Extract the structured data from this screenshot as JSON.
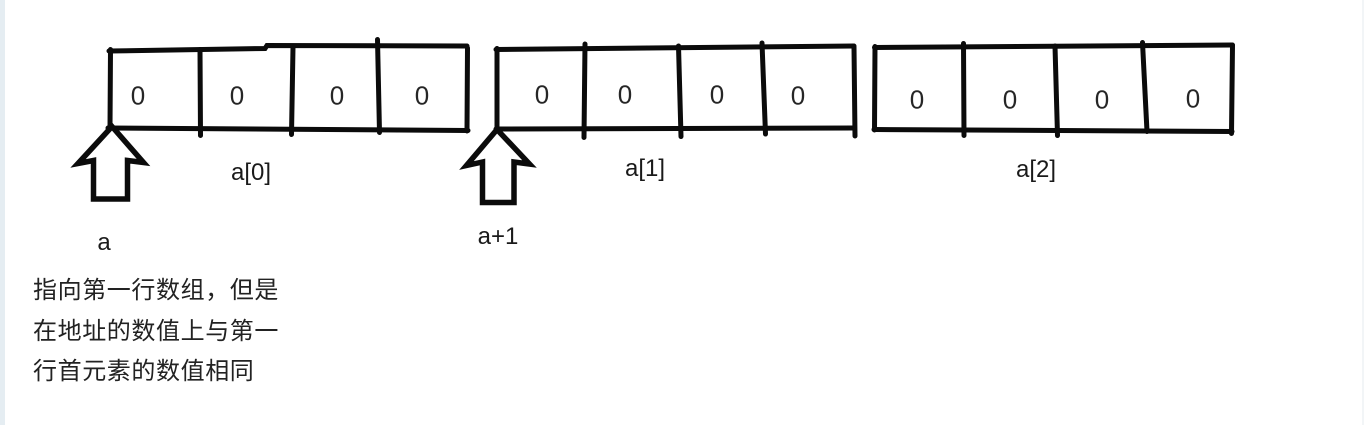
{
  "page": {
    "background": "#ffffff",
    "left_edge_color": "#e5edf2",
    "ink_color": "#0b0b0b",
    "text_color": "#1f1f1f"
  },
  "diagram": {
    "rows": [
      {
        "label": "a[0]",
        "cells": [
          "0",
          "0",
          "0",
          "0"
        ]
      },
      {
        "label": "a[1]",
        "cells": [
          "0",
          "0",
          "0",
          "0"
        ]
      },
      {
        "label": "a[2]",
        "cells": [
          "0",
          "0",
          "0",
          "0"
        ]
      }
    ],
    "pointers": [
      {
        "label": "a",
        "points_to_row": "a[0]"
      },
      {
        "label": "a+1",
        "points_to_row": "a[1]"
      }
    ],
    "note": {
      "lines": [
        "指向第一行数组，但是",
        "在地址的数值上与第一",
        "行首元素的数值相同"
      ]
    }
  }
}
